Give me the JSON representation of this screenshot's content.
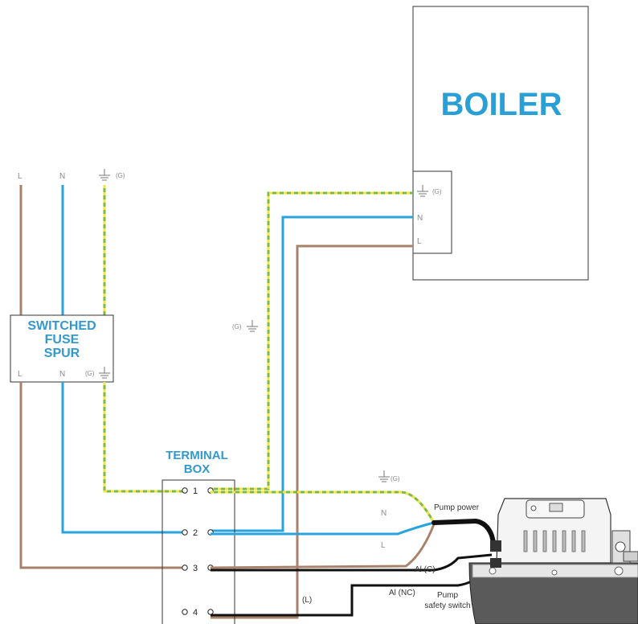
{
  "boiler": {
    "title": "BOILER",
    "terminals": {
      "earth": "(G)",
      "neutral": "N",
      "live": "L"
    }
  },
  "supply": {
    "live": "L",
    "neutral": "N",
    "earth": "(G)"
  },
  "fuse_spur": {
    "line1": "SWITCHED",
    "line2": "FUSE",
    "line3": "SPUR",
    "live": "L",
    "neutral": "N",
    "earth": "(G)"
  },
  "mid_earth_label": "(G)",
  "terminal_box": {
    "line1": "TERMINAL",
    "line2": "BOX",
    "terminals": [
      "1",
      "2",
      "3",
      "4"
    ]
  },
  "pump": {
    "earth_label": "(G)",
    "neutral_label": "N",
    "live_label": "L",
    "power_label": "Pump power",
    "al_c_label": "Al (C)",
    "al_nc_label": "Al (NC)",
    "safety_line1": "Pump",
    "safety_line2": "safety switch",
    "l_label": "(L)"
  },
  "colors": {
    "live": "#a9826a",
    "neutral": "#29a3dd",
    "earth_green": "#7fb842",
    "earth_yellow": "#f0e640",
    "black": "#111111",
    "accent": "#3399cc"
  }
}
